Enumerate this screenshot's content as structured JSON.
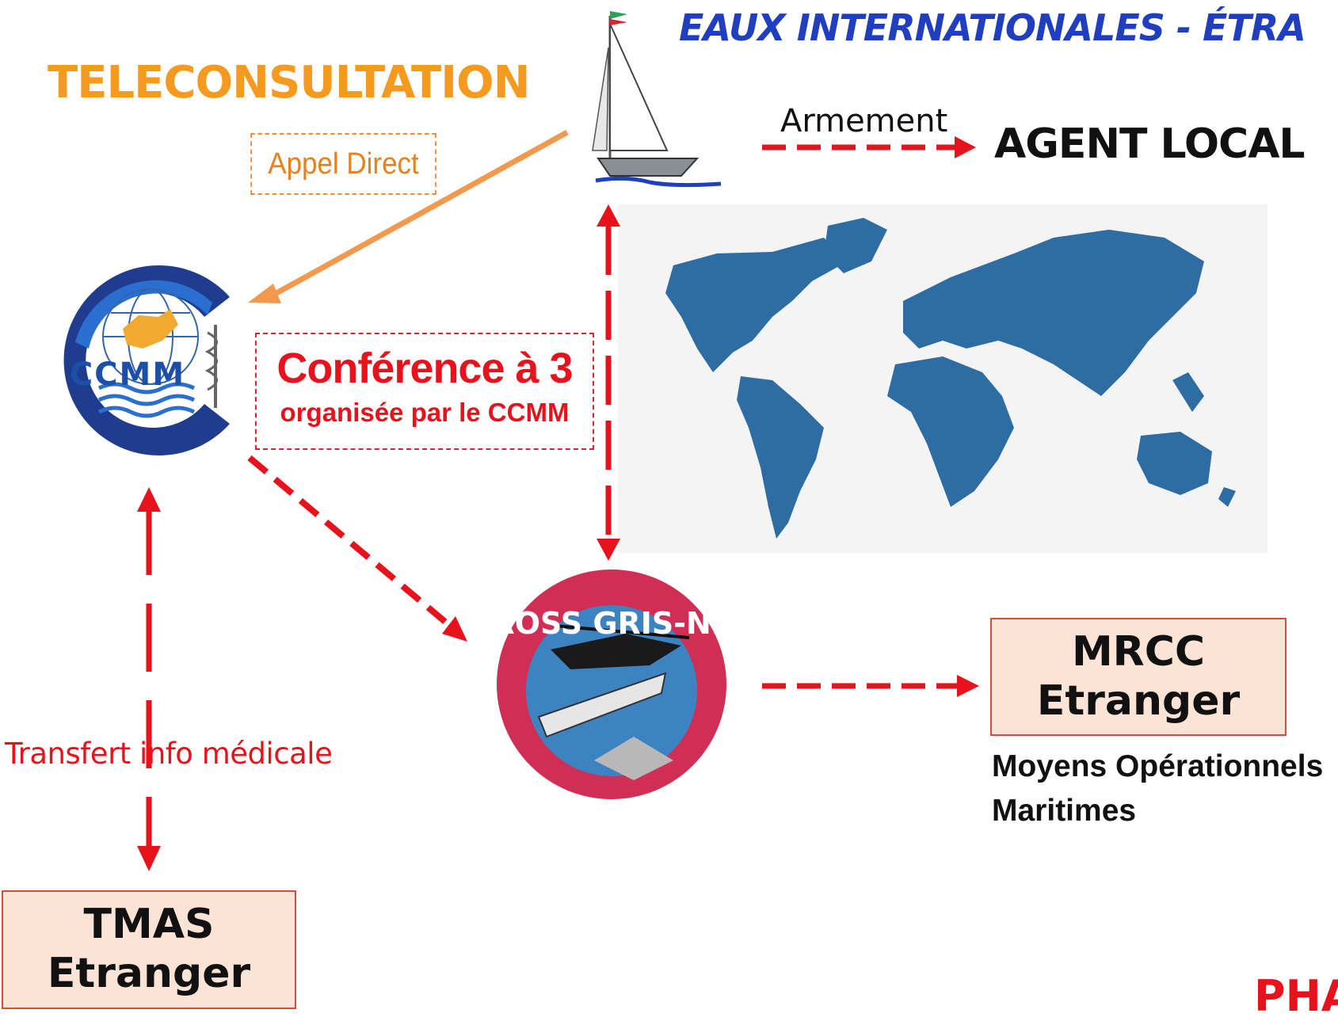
{
  "titles": {
    "international": "EAUX INTERNATIONALES - ÉTRA",
    "teleconsultation": "TELECONSULTATION"
  },
  "labels": {
    "appel_direct": "Appel Direct",
    "armement": "Armement",
    "agent_local": "AGENT LOCAL",
    "conference_main": "Conférence à 3",
    "conference_sub": "organisée par le CCMM",
    "transfert": "Transfert info médicale",
    "moyens_line1": "Moyens Opérationnels",
    "moyens_line2": "Maritimes",
    "pha": "PHA"
  },
  "boxes": {
    "mrcc_line1": "MRCC",
    "mrcc_line2": "Etranger",
    "tmas_line1": "TMAS",
    "tmas_line2": "Etranger"
  },
  "logos": {
    "ccmm_text": "CCMM",
    "cross_text": "CROSS GRIS-NEZ"
  },
  "colors": {
    "red": "#e8121c",
    "orange": "#f59a1e",
    "blue_title": "#1f3fc0",
    "map_blue": "#2e6da4",
    "peach": "#fbe3d6"
  }
}
